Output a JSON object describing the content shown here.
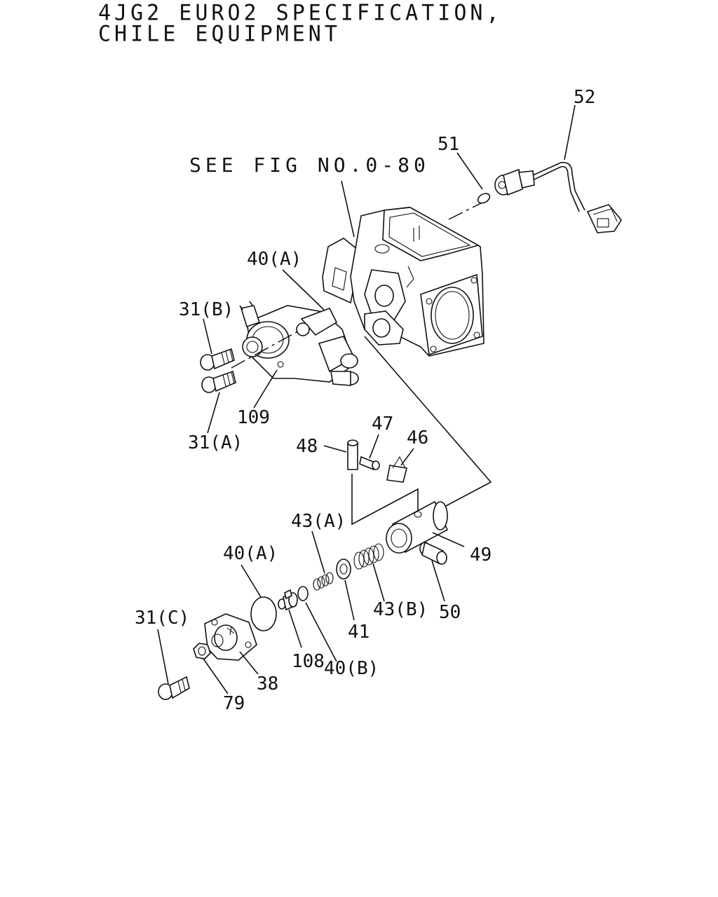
{
  "header": {
    "title_line1": "4JG2 EURO2 SPECIFICATION,",
    "title_line2": "CHILE EQUIPMENT"
  },
  "reference": "SEE FIG NO.0-80",
  "callouts": {
    "c52": "52",
    "c51": "51",
    "c40a_top": "40(A)",
    "c31b": "31(B)",
    "c109": "109",
    "c31a": "31(A)",
    "c48": "48",
    "c47": "47",
    "c46": "46",
    "c43a": "43(A)",
    "c49": "49",
    "c40a_mid": "40(A)",
    "c43b": "43(B)",
    "c50": "50",
    "c41": "41",
    "c31c": "31(C)",
    "c108": "108",
    "c40b": "40(B)",
    "c38": "38",
    "c79": "79"
  }
}
